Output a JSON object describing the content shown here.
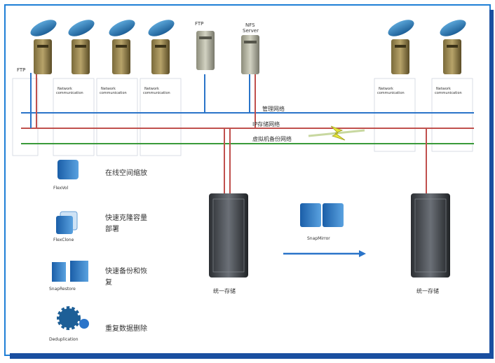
{
  "servers": {
    "ftp_label": "FTP",
    "nfs_label": "NFS",
    "app_line1": "NFS",
    "app_line2": "Server",
    "net_card_line1": "Network",
    "net_card_line2": "communication"
  },
  "legend": {
    "mgmt_net": "管理网络",
    "ip_net": "IP存储网络",
    "fc_net": "虚拟机备份网络"
  },
  "features": [
    {
      "icon_label": "FlexVol",
      "text": "在线空间缩放",
      "icon": "drive-icon"
    },
    {
      "icon_label": "FlexClone",
      "text": "快速克隆容量\n部署",
      "icon": "clone-icon"
    },
    {
      "icon_label": "SnapRestore",
      "text": "快速备份和恢\n复",
      "icon": "restore-icon"
    },
    {
      "icon_label": "Deduplication",
      "text": "重复数据删除",
      "icon": "gear-icon"
    }
  ],
  "storage": {
    "left_label": "统一存储",
    "right_label": "统一存储",
    "snapmirror_label": "SnapMirror"
  },
  "colors": {
    "mgmt": "#2a74c9",
    "ip": "#c0504d",
    "fc": "#3a9a3a",
    "border": "#1f7fd6",
    "shadow": "#1a4fa0"
  }
}
